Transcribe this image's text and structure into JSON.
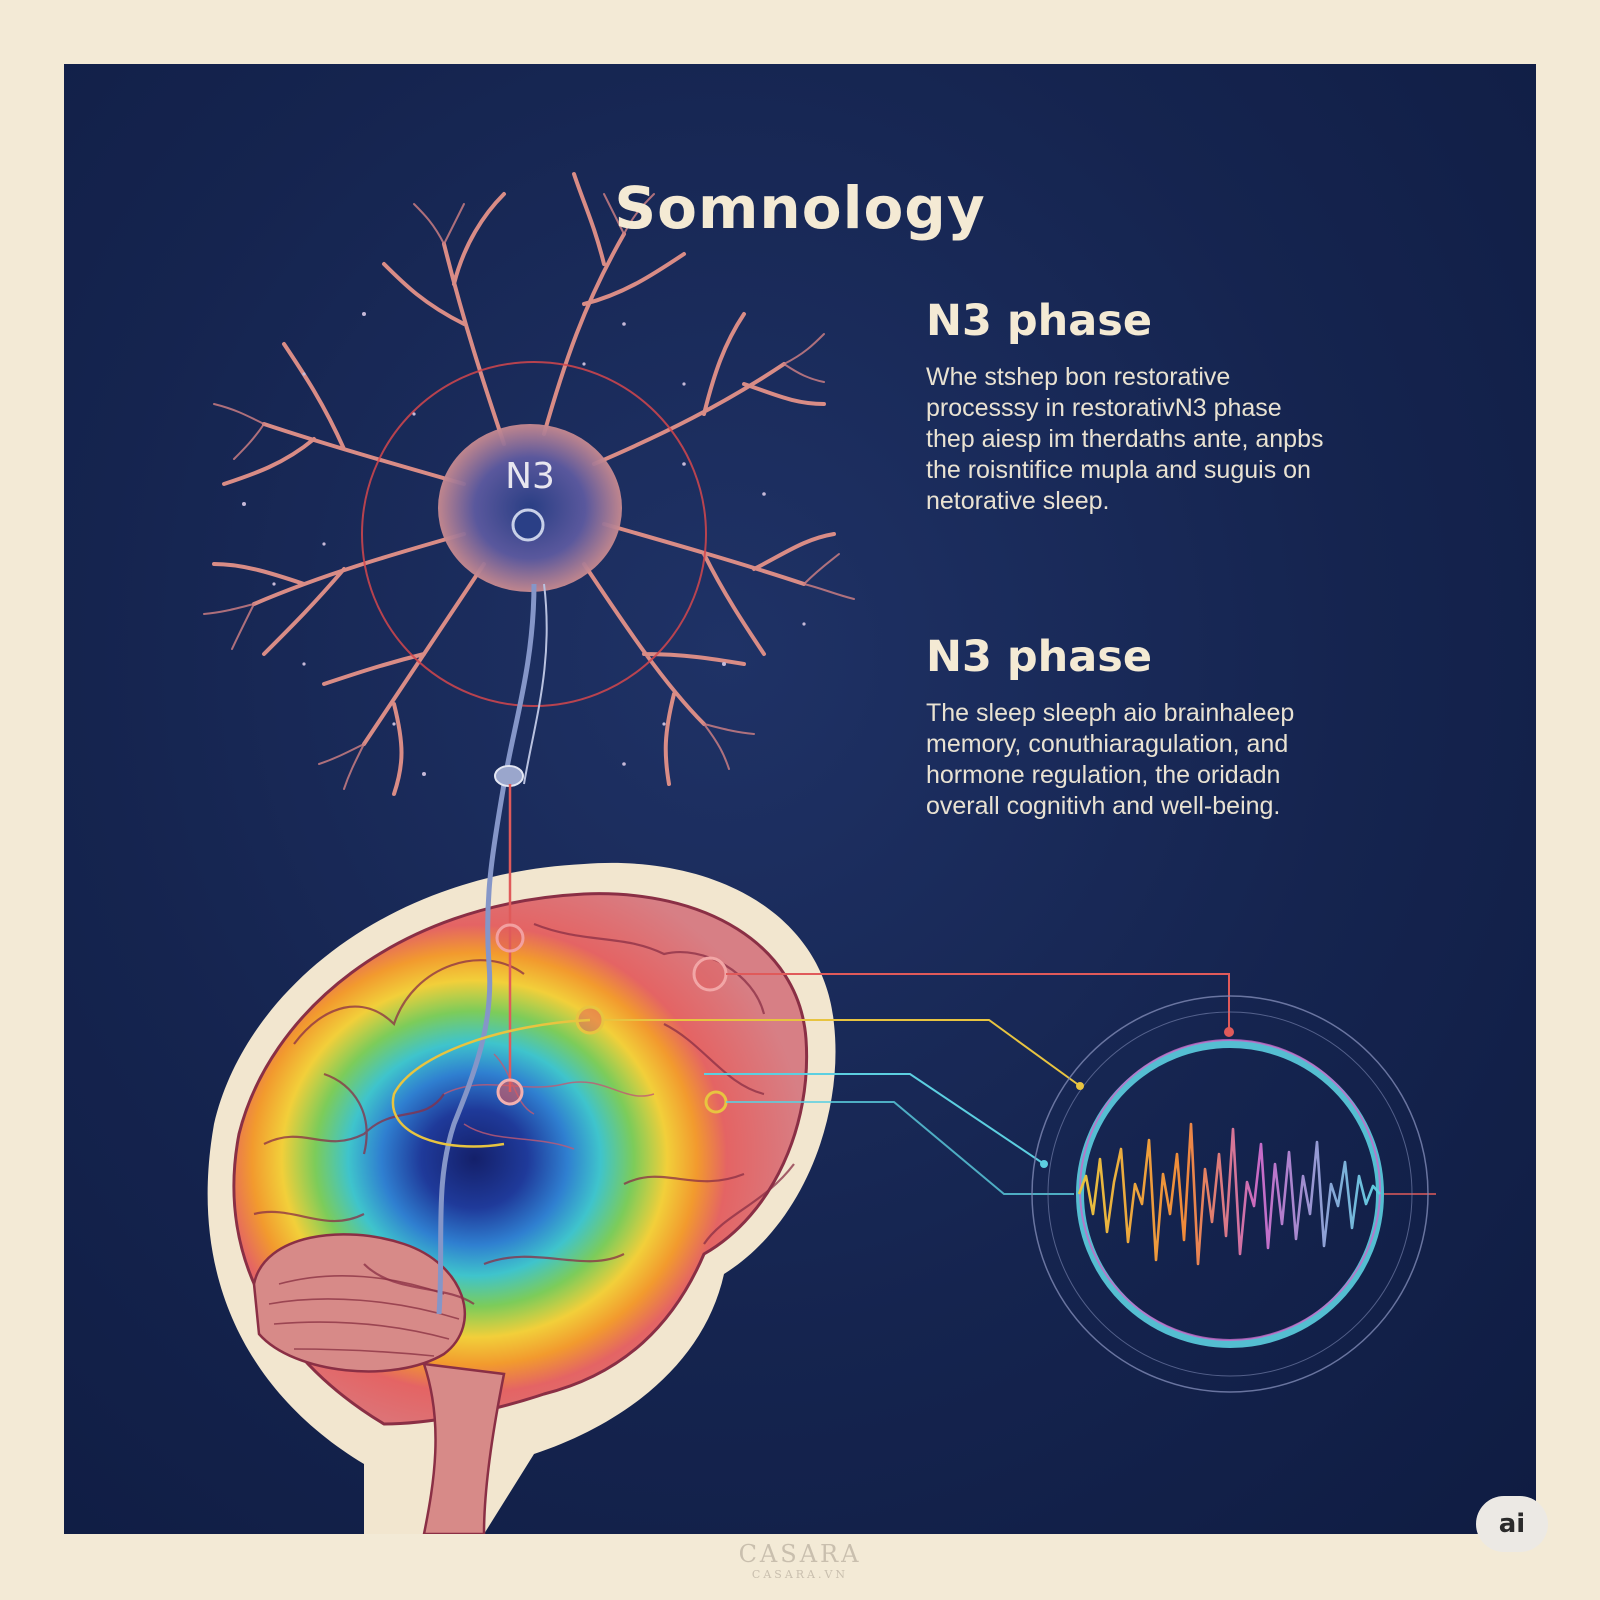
{
  "title": "Somnology",
  "neuron_label": "N3",
  "sections": [
    {
      "heading": "N3 phase",
      "lines": [
        "Whe stshep bon restorative",
        "processsy in restorativN3 phase",
        "thep aiesp im therdaths ante, anpbs",
        "the roisntifice mupla and suguis on",
        "netorative sleep."
      ]
    },
    {
      "heading": "N3 phase",
      "lines": [
        "The sleep sleeph aio brainhaleep",
        "memory, conuthiaragulation, and",
        "hormone regulation, the oridadn",
        "overall cognitivh and well-being."
      ]
    }
  ],
  "badge": "ai",
  "watermark": {
    "main": "CASARA",
    "sub": "CASARA.VN"
  },
  "colors": {
    "background": "#f3ead6",
    "panel": "#15244f",
    "text": "#f4ead4",
    "neuron": "#d98c86",
    "connector_red": "#e05a5a",
    "connector_yellow": "#e8c440",
    "connector_cyan": "#5ccfe0"
  },
  "icons": [
    "neuron-illustration",
    "brain-illustration",
    "brainwave-monitor-icon"
  ]
}
